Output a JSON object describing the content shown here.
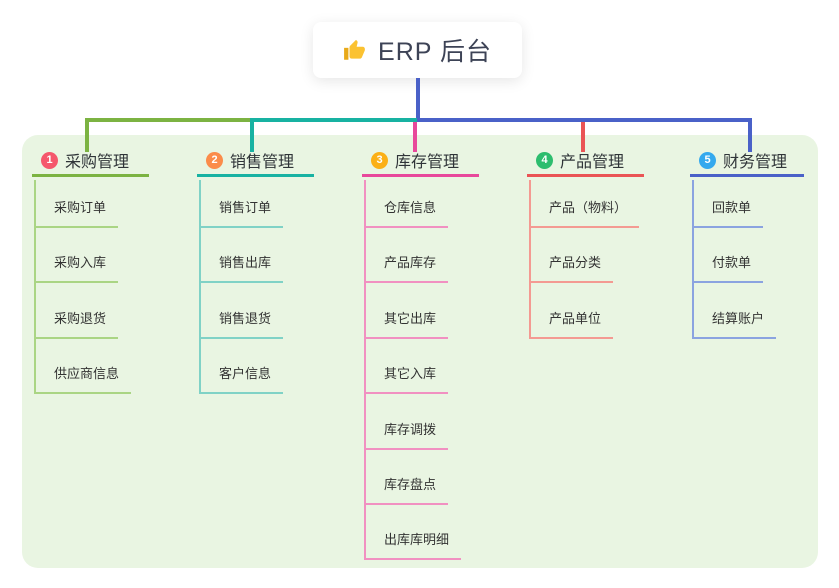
{
  "root": {
    "icon": "thumbs-up",
    "label": "ERP 后台"
  },
  "canvas": {
    "panel_background": "#e9f5e2",
    "root_line_color": "#4a61c8"
  },
  "branches": [
    {
      "num": "1",
      "title": "采购管理",
      "color": "#7cb342",
      "light_color": "#aad584",
      "badge_color": "#f5576c",
      "children": [
        "采购订单",
        "采购入库",
        "采购退货",
        "供应商信息"
      ]
    },
    {
      "num": "2",
      "title": "销售管理",
      "color": "#18b2a2",
      "light_color": "#80d2c6",
      "badge_color": "#fb8c4a",
      "children": [
        "销售订单",
        "销售出库",
        "销售退货",
        "客户信息"
      ]
    },
    {
      "num": "3",
      "title": "库存管理",
      "color": "#e8489b",
      "light_color": "#f190c1",
      "badge_color": "#fbb016",
      "children": [
        "仓库信息",
        "产品库存",
        "其它出库",
        "其它入库",
        "库存调拨",
        "库存盘点",
        "出库库明细"
      ]
    },
    {
      "num": "4",
      "title": "产品管理",
      "color": "#ea5455",
      "light_color": "#f49a92",
      "badge_color": "#2dbd6e",
      "children": [
        "产品（物料）",
        "产品分类",
        "产品单位"
      ]
    },
    {
      "num": "5",
      "title": "财务管理",
      "color": "#4a61c8",
      "light_color": "#8ba3e0",
      "badge_color": "#34a9ee",
      "children": [
        "回款单",
        "付款单",
        "结算账户"
      ]
    }
  ]
}
